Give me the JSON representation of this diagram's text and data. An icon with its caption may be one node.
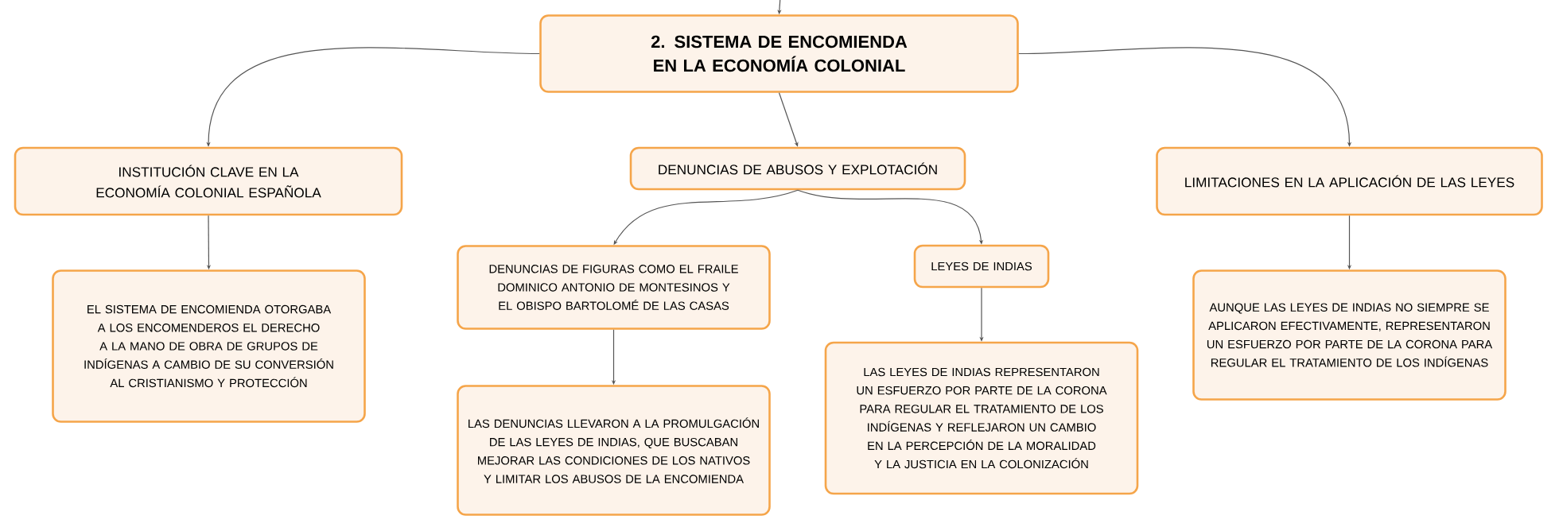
{
  "diagram": {
    "nodes": [
      {
        "text": [
          "2. SISTEMA DE ENCOMIENDA EN LA ECONOMÍA COLONIAL"
        ]
      },
      {
        "text": [
          "INSTITUCIÓN CLAVE EN LA ECONOMÍA COLONIAL ESPAÑOLA"
        ]
      },
      {
        "text": [
          "DENUNCIAS DE ABUSOS Y EXPLOTACIÓN"
        ]
      },
      {
        "text": [
          "LIMITACIONES EN LA APLICACIÓN DE LAS LEYES"
        ]
      },
      {
        "text": [
          "EL SISTEMA DE ENCOMIENDA OTORGABA A LOS ENCOMENDEROS EL DERECHO A LA MANO DE OBRA DE GRUPOS DE INDÍGENAS A CAMBIO DE SU CONVERSIÓN AL CRISTIANISMO Y PROTECCIÓN"
        ]
      },
      {
        "text": [
          "DENUNCIAS DE FIGURAS COMO EL FRAILE DOMINICO ANTONIO DE MONTESINOS Y EL OBISPO BARTOLOMÉ DE LAS CASAS"
        ]
      },
      {
        "text": [
          "LEYES DE INDIAS"
        ]
      },
      {
        "text": [
          "LAS DENUNCIAS LLEVARON A LA PROMULGACIÓN DE LAS LEYES DE INDIAS, QUE BUSCABAN MEJORAR LAS CONDICIONES DE LOS NATIVOS Y LIMITAR LOS ABUSOS DE LA ENCOMIENDA"
        ]
      },
      {
        "text": [
          "LAS LEYES DE INDIAS REPRESENTARON UN ESFUERZO POR PARTE DE LA CORONA PARA REGULAR EL TRATAMIENTO DE LOS INDÍGENAS Y REFLEJARON UN CAMBIO EN LA PERCEPCIÓN DE LA MORALIDAD Y LA JUSTICIA EN LA COLONIZACIÓN"
        ]
      },
      {
        "text": [
          "AUNQUE LAS LEYES DE INDIAS NO SIEMPRE SE APLICARON EFECTIVAMENTE, REPRESENTARON UN ESFUERZO POR PARTE DE LA CORONA PARA REGULAR EL TRATAMIENTO DE LOS INDÍGENAS"
        ]
      }
    ],
    "edges": [
      {
        "from": null,
        "to": 0,
        "arrow": "to"
      },
      {
        "from": 0,
        "to": 1,
        "arrow": "to"
      },
      {
        "from": 0,
        "to": 2,
        "arrow": "to"
      },
      {
        "from": 0,
        "to": 3,
        "arrow": "to"
      },
      {
        "from": 1,
        "to": 4,
        "arrow": "to"
      },
      {
        "from": 2,
        "to": 5,
        "arrow": "to"
      },
      {
        "from": 2,
        "to": 6,
        "arrow": "to"
      },
      {
        "from": 5,
        "to": 7,
        "arrow": "to"
      },
      {
        "from": 6,
        "to": 8,
        "arrow": "to"
      },
      {
        "from": 3,
        "to": 9,
        "arrow": "to"
      }
    ]
  }
}
